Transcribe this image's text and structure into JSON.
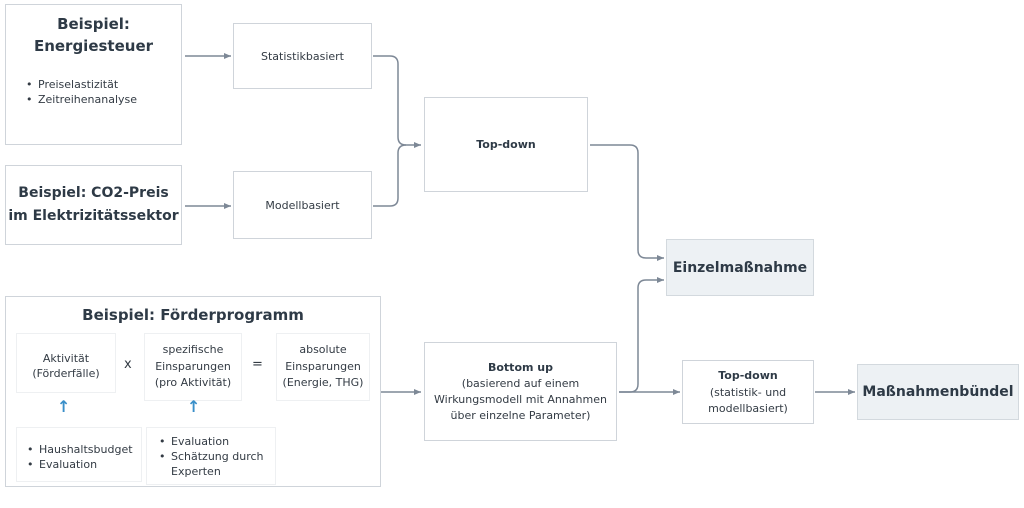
{
  "energy_example": {
    "title_line1": "Beispiel:",
    "title_line2": "Energiesteuer",
    "bullets": [
      "Preiselastizität",
      "Zeitreihenanalyse"
    ]
  },
  "co2_example": {
    "title_line1": "Beispiel: CO2-Preis",
    "title_line2": "im Elektrizitätssektor"
  },
  "statistics_box": "Statistikbasiert",
  "model_box": "Modellbasiert",
  "topdown_box": "Top-down",
  "single_measure": "Einzelmaßnahme",
  "program_example": {
    "title": "Beispiel: Förderprogramm",
    "activity_line1": "Aktivität",
    "activity_line2": "(Förderfälle)",
    "times": "x",
    "specific_line1": "spezifische",
    "specific_line2": "Einsparungen",
    "specific_line3": "(pro Aktivität)",
    "equals": "=",
    "absolute_line1": "absolute",
    "absolute_line2": "Einsparungen",
    "absolute_line3": "(Energie, THG)",
    "activity_bullets": [
      "Haushaltsbudget",
      "Evaluation"
    ],
    "specific_bullets": [
      "Evaluation",
      "Schätzung durch Experten"
    ]
  },
  "bottomup_box": {
    "title": "Bottom up",
    "line1": "(basierend auf einem",
    "line2": "Wirkungsmodell mit Annahmen",
    "line3": "über einzelne Parameter)"
  },
  "topdown2_box": {
    "title": "Top-down",
    "line1": "(statistik- und",
    "line2": "modellbasiert)"
  },
  "bundle_box": "Maßnahmenbündel",
  "colors": {
    "border": "#cfd4da",
    "fill": "#edf1f4",
    "connector": "#7d8896",
    "up_arrow": "#3a8fc9"
  }
}
